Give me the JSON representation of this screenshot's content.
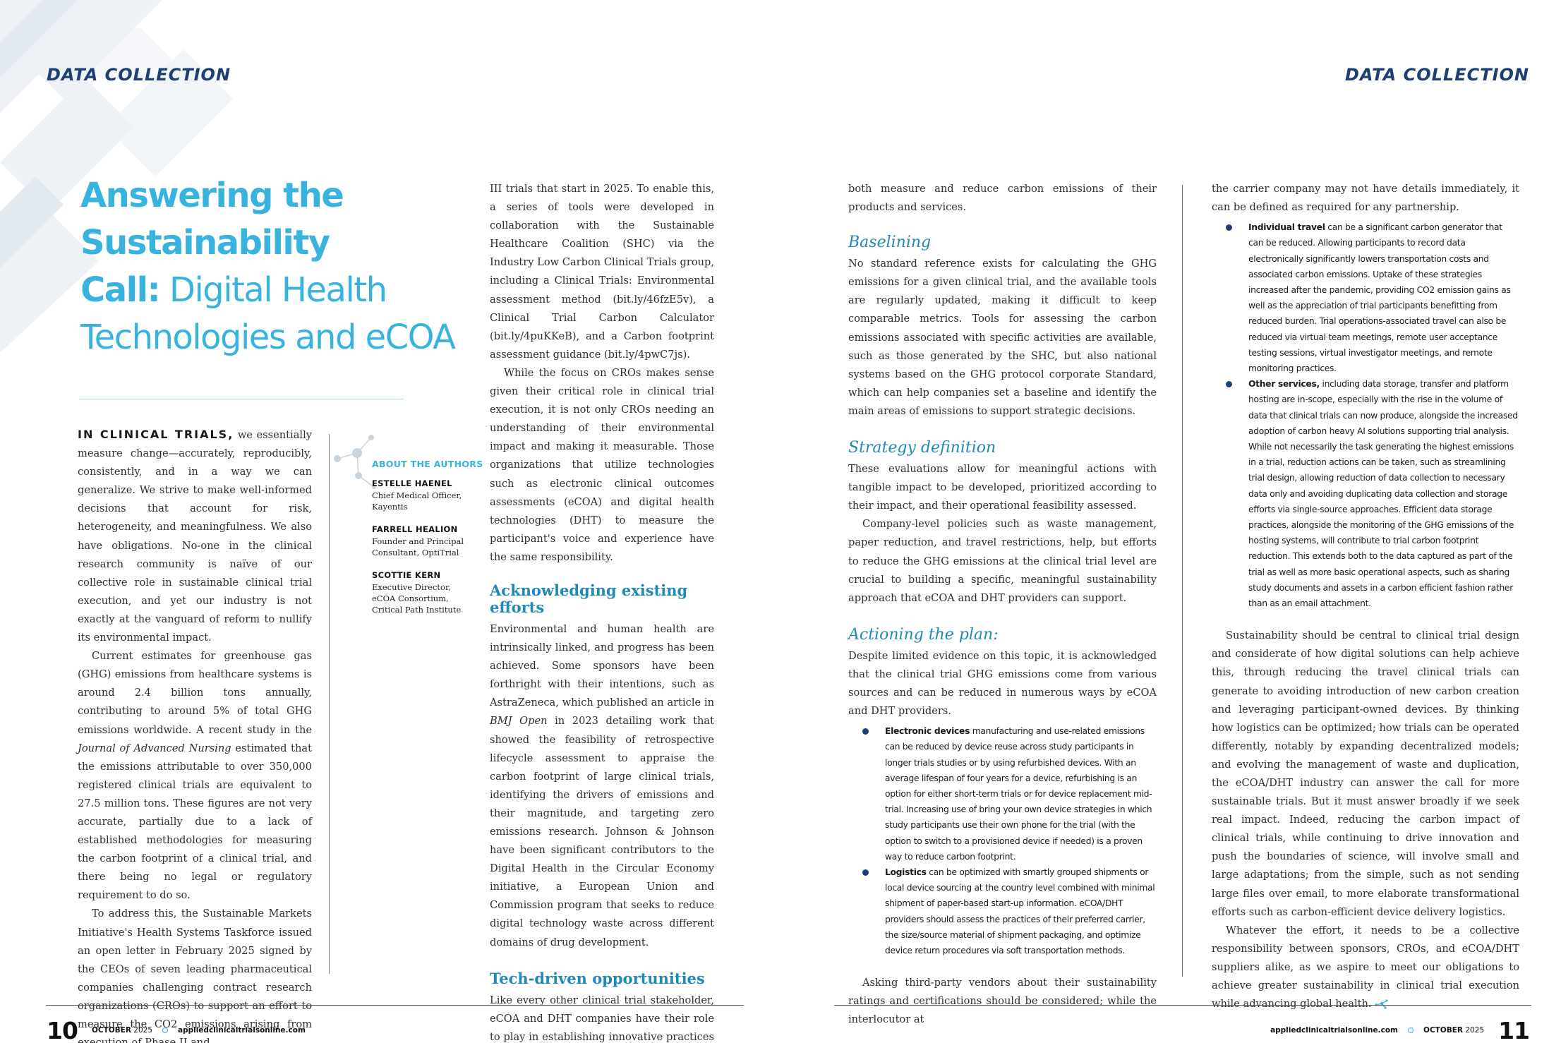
{
  "section_label": "DATA COLLECTION",
  "title": {
    "line1": "Answering the",
    "line2": "Sustainability",
    "line3_bold": "Call:",
    "line3_rest": " Digital Health",
    "line4": "Technologies and eCOA"
  },
  "col1": {
    "lead": "IN CLINICAL TRIALS,",
    "p1_rest": " we essentially measure change—accurately, reproducibly, consistently, and in a way we can generalize. We strive to make well-informed decisions that account for risk, heterogeneity, and meaningfulness. We also have obligations. No-one in the clinical research community is naïve of our collective role in sustainable clinical trial execution, and yet our industry is not exactly at the vanguard of reform to nullify its environmental impact.",
    "p2_a": "Current estimates for greenhouse gas (GHG) emissions from healthcare systems is around 2.4 billion tons annually, contributing to around 5% of total GHG emissions worldwide. A recent study in the ",
    "p2_journal": "Journal of Advanced Nursing",
    "p2_b": " estimated that the emissions attributable to over 350,000 registered clinical trials are equivalent to 27.5 million tons. These figures are not very accurate, partially due to a lack of established methodologies for measuring the carbon footprint of a clinical trial, and there being no legal or regulatory requirement to do so.",
    "p3": "To address this, the Sustainable Markets Initiative's Health Systems Taskforce issued an open letter in February 2025 signed by the CEOs of seven leading pharmaceutical companies challenging contract research organizations (CROs) to support an effort to measure the CO2 emissions arising from execution of Phase II and"
  },
  "authors": {
    "heading": "ABOUT THE AUTHORS",
    "list": [
      {
        "name": "ESTELLE HAENEL",
        "role": "Chief Medical Officer, Kayentis"
      },
      {
        "name": "FARRELL HEALION",
        "role": "Founder and Principal Consultant, OptiTrial"
      },
      {
        "name": "SCOTTIE KERN",
        "role": "Executive Director, eCOA Consortium, Critical Path Institute"
      }
    ]
  },
  "col2": {
    "p1": "III trials that start in 2025. To enable this, a series of tools were developed in collaboration with the Sustainable Healthcare Coalition (SHC) via the Industry Low Carbon Clinical Trials group, including a Clinical Trials: Environmental assessment method (bit.ly/46fzE5v), a Clinical Trial Carbon Calculator (bit.ly/4puKKeB), and a Carbon footprint assessment guidance (bit.ly/4pwC7js).",
    "p2": "While the focus on CROs makes sense given their critical role in clinical trial execution, it is not only CROs needing an understanding of their environmental impact and making it measurable. Those organizations that utilize technologies such as electronic clinical outcomes assessments (eCOA) and digital health technologies (DHT) to measure the participant's voice and experience have the same responsibility.",
    "h1": "Acknowledging existing efforts",
    "p3_a": "Environmental and human health are intrinsically linked, and progress has been achieved. Some sponsors have been forthright with their intentions, such as AstraZeneca, which published an article in ",
    "p3_journal": "BMJ Open",
    "p3_b": " in 2023 detailing work that showed the feasibility of retrospective lifecycle assessment to appraise the carbon footprint of large clinical trials, identifying the drivers of emissions and their magnitude, and targeting zero emissions research. Johnson & Johnson have been significant contributors to the Digital Health in the Circular Economy initiative, a European Union and Commission program that seeks to reduce digital technology waste across different domains of drug development.",
    "h2": "Tech-driven opportunities",
    "p4": "Like every other clinical trial stakeholder, eCOA and DHT companies have their role to play in establishing innovative practices to"
  },
  "col3": {
    "p1": "both measure and reduce carbon emissions of their products and services.",
    "h1": "Baselining",
    "p2": "No standard reference exists for calculating the GHG emissions for a given clinical trial, and the available tools are regularly updated, making it difficult to keep comparable metrics. Tools for assessing the carbon emissions associated with specific activities are available, such as those generated by the SHC, but also national systems based on the GHG protocol corporate Standard, which can help companies set a baseline and identify the main areas of emissions to support strategic decisions.",
    "h2": "Strategy definition",
    "p3": "These evaluations allow for meaningful actions with tangible impact to be developed, prioritized according to their impact, and their operational feasibility assessed.",
    "p4": "Company-level policies such as waste management, paper reduction, and travel restrictions, help, but efforts to reduce the GHG emissions at the clinical trial level are crucial to building a specific, meaningful sustainability approach that eCOA and DHT providers can support.",
    "h3": "Actioning the plan:",
    "p5": "Despite limited evidence on this topic, it is acknowledged that the clinical trial GHG emissions come from various sources and can be reduced in numerous ways by eCOA and DHT providers.",
    "bullets": [
      {
        "bold": "Electronic devices",
        "text": " manufacturing and use-related emissions can be reduced by device reuse across study participants in longer trials studies or by using refurbished devices. With an average lifespan of four years for a device, refurbishing is an option for either short-term trials or for device replacement mid-trial. Increasing use of bring your own device strategies in which study participants use their own phone for the trial (with the option to switch to a provisioned device if needed) is a proven way to reduce carbon footprint."
      },
      {
        "bold": "Logistics",
        "text": " can be optimized with smartly grouped shipments or local device sourcing at the country level combined with minimal shipment of paper-based start-up information. eCOA/DHT providers should assess the practices of their preferred carrier, the size/source material of shipment packaging, and optimize device return procedures via soft transportation methods."
      }
    ],
    "p6": "Asking third-party vendors about their sustainability ratings and certifications should be considered; while the interlocutor at"
  },
  "col4": {
    "p1": "the carrier company may not have details immediately, it can be defined as required for any partnership.",
    "bullets": [
      {
        "bold": "Individual travel",
        "text": " can be a significant carbon generator that can be reduced. Allowing participants to record data electronically significantly lowers transportation costs and associated carbon emissions. Uptake of these strategies increased after the pandemic, providing CO2 emission gains as well as the appreciation of trial participants benefitting from reduced burden. Trial operations-associated travel can also be reduced via virtual team meetings, remote user acceptance testing sessions, virtual investigator meetings, and remote monitoring practices."
      },
      {
        "bold": "Other services,",
        "text": " including data storage, transfer and platform hosting are in-scope, especially with the rise in the volume of data that clinical trials can now produce, alongside the increased adoption of carbon heavy AI solutions supporting trial analysis. While not necessarily the task generating the highest emissions in a trial, reduction actions can be taken, such as streamlining trial design, allowing reduction of data collection to necessary data only and avoiding duplicating data collection and storage efforts via single-source approaches. Efficient data storage practices, alongside the monitoring of the GHG emissions of the hosting systems, will contribute to trial carbon footprint reduction. This extends both to the data captured as part of the trial as well as more basic operational aspects, such as sharing study documents and assets in a carbon efficient fashion rather than as an email attachment."
      }
    ],
    "p2": "Sustainability should be central to clinical trial design and considerate of how digital solutions can help achieve this, through reducing the travel clinical trials can generate to avoiding introduction of new carbon creation and leveraging participant-owned devices. By thinking how logistics can be optimized; how trials can be operated differently, notably by expanding decentralized models; and evolving the management of waste and duplication, the eCOA/DHT industry can answer the call for more sustainable trials. But it must answer broadly if we seek real impact. Indeed, reducing the carbon impact of clinical trials, while continuing to drive innovation and push the boundaries of science, will involve small and large adaptations; from the simple, such as not sending large files over email, to more elaborate transformational efforts such as carbon-efficient device delivery logistics.",
    "p3": "Whatever the effort, it needs to be a collective responsibility between sponsors, CROs, and eCOA/DHT suppliers alike, as we aspire to meet our obligations to achieve greater sustainability in clinical trial execution while advancing global health."
  },
  "footer_left": {
    "page": "10",
    "month": "OCTOBER",
    "year": " 2025",
    "url": "appliedclinicaltrialsonline.com"
  },
  "footer_right": {
    "page": "11",
    "month": "OCTOBER",
    "year": " 2025",
    "url": "appliedclinicaltrialsonline.com"
  },
  "colors": {
    "accent": "#38b3de",
    "heading_blue": "#2189b6",
    "navy": "#1d3f73"
  },
  "icons": [
    "molecule-icon",
    "end-mark-icon",
    "bullet-dot-icon"
  ]
}
